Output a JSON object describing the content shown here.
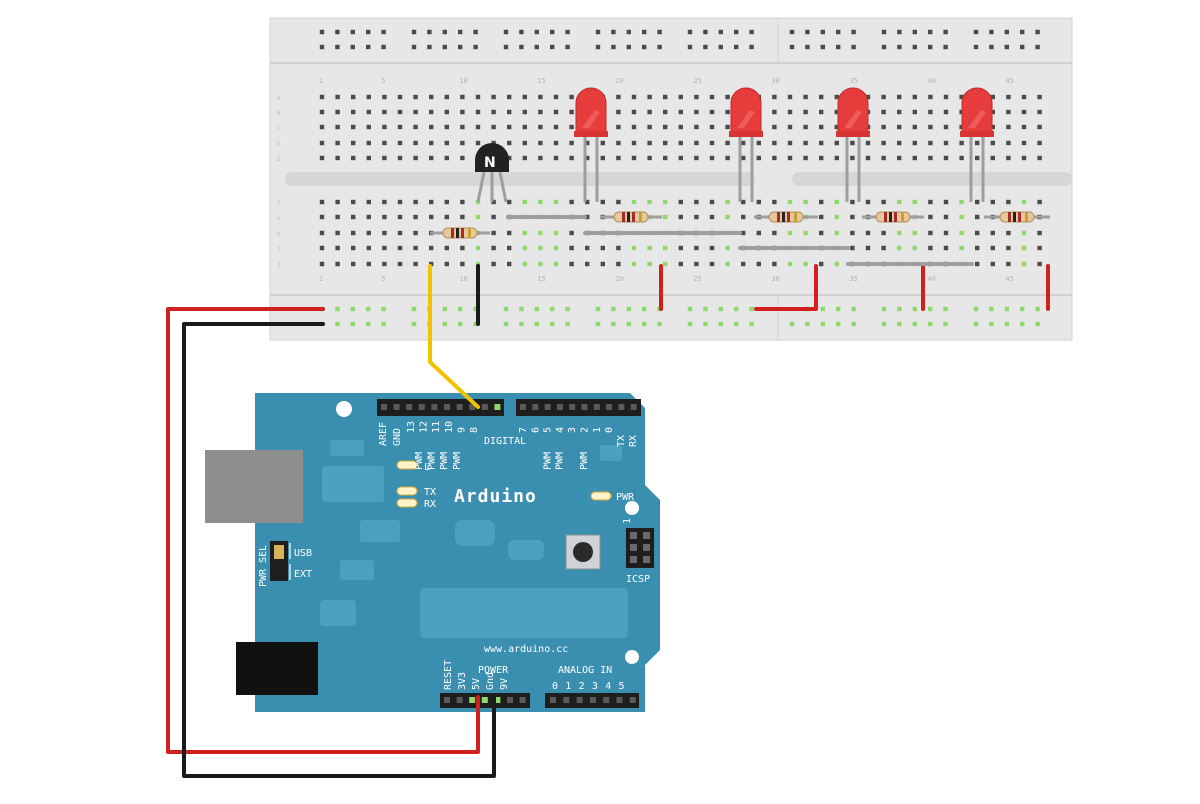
{
  "breadboard": {
    "column_numbers": [
      "1",
      "5",
      "10",
      "15",
      "20",
      "25",
      "30",
      "35",
      "40",
      "45"
    ],
    "row_letters_top": [
      "A",
      "B",
      "C",
      "D",
      "E"
    ],
    "row_letters_bottom": [
      "F",
      "G",
      "H",
      "I",
      "J"
    ]
  },
  "transistor": {
    "label": "N"
  },
  "arduino": {
    "brand": "Arduino",
    "website": "www.arduino.cc",
    "aref": "AREF",
    "gnd": "GND",
    "digital_title": "DIGITAL",
    "digital_pins_left": [
      "13",
      "12",
      "11",
      "10",
      "9",
      "8"
    ],
    "digital_pins_right": [
      "7",
      "6",
      "5",
      "4",
      "3",
      "2",
      "1",
      "0"
    ],
    "tx_rx": [
      "TX",
      "RX"
    ],
    "pwm": "PWM",
    "led_l": "L",
    "led_tx": "TX",
    "led_rx": "RX",
    "pwr": "PWR",
    "icsp": "ICSP",
    "icsp_pin_marker": "1",
    "pwr_sel": "PWR SEL",
    "usb": "USB",
    "ext": "EXT",
    "reset": "RESET",
    "power_title": "POWER",
    "power_pins": [
      "3V3",
      "5V",
      "Gnd",
      "9V"
    ],
    "analog_title": "ANALOG IN",
    "analog_pins": [
      "0",
      "1",
      "2",
      "3",
      "4",
      "5"
    ]
  },
  "colors": {
    "board": "#3a8fb0",
    "breadboard": "#e6e6e6",
    "wire_red": "#d12020",
    "wire_black": "#1a1a1a",
    "wire_yellow": "#f2c200",
    "wire_gray": "#9e9e9e",
    "led": "#e63c3c",
    "hole_green": "#8fd86a"
  }
}
